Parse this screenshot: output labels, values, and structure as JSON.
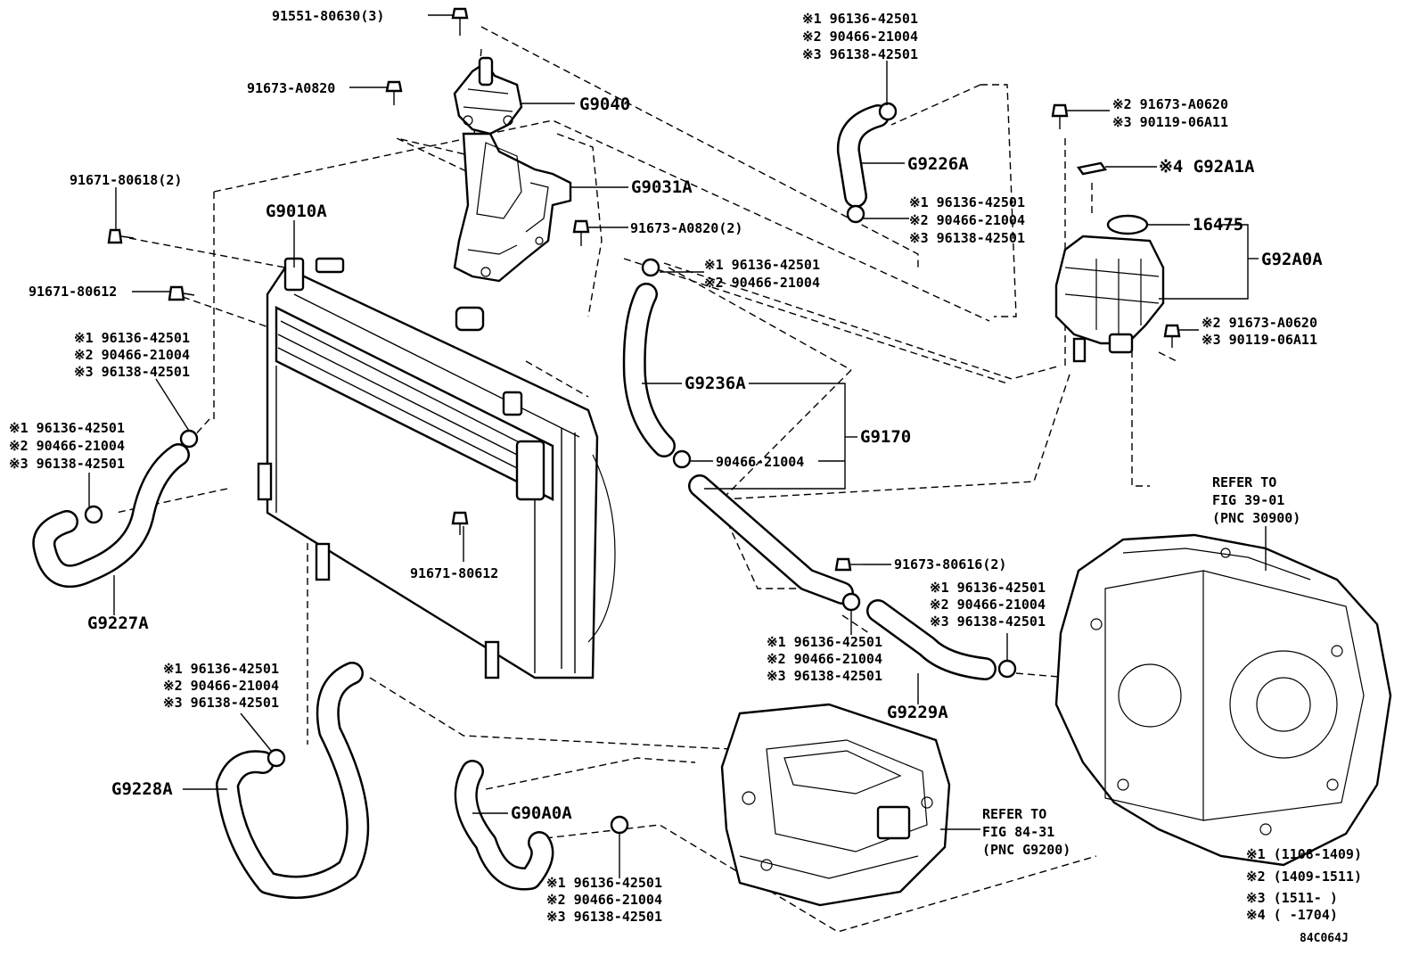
{
  "labels": {
    "p91551": "91551-80630(3)",
    "p91673a": "91673-A0820",
    "g9040": "G9040",
    "g9031a": "G9031A",
    "p91671_618": "91671-80618(2)",
    "g9010a": "G9010A",
    "p91673a_2": "91673-A0820(2)",
    "p91671_612a": "91671-80612",
    "p91671_612b": "91671-80612",
    "g9236a": "G9236A",
    "g9170": "G9170",
    "p90466_single": "90466-21004",
    "g9226a": "G9226A",
    "p16475": "16475",
    "g92a0a": "G92A0A",
    "g92a1a": "※4 G92A1A",
    "g9227a": "G9227A",
    "g9228a": "G9228A",
    "g90a0a": "G90A0A",
    "g9229a": "G9229A",
    "p91673_80616": "91673-80616(2)",
    "fig_code": "84C064J"
  },
  "clamp_groups": {
    "top_right": [
      "※1 96136-42501",
      "※2 90466-21004",
      "※3 96138-42501"
    ],
    "g9226_low": [
      "※1 96136-42501",
      "※2 90466-21004",
      "※3 96138-42501"
    ],
    "g9236_top": [
      "※1 96136-42501",
      "※2 90466-21004"
    ],
    "left_upper": [
      "※1 96136-42501",
      "※2 90466-21004",
      "※3 96138-42501"
    ],
    "left_lower": [
      "※1 96136-42501",
      "※2 90466-21004",
      "※3 96138-42501"
    ],
    "g9228": [
      "※1 96136-42501",
      "※2 90466-21004",
      "※3 96138-42501"
    ],
    "g90a0": [
      "※1 96136-42501",
      "※2 90466-21004",
      "※3 96138-42501"
    ],
    "center_low": [
      "※1 96136-42501",
      "※2 90466-21004",
      "※3 96138-42501"
    ],
    "g9229": [
      "※1 96136-42501",
      "※2 90466-21004",
      "※3 96138-42501"
    ]
  },
  "bolt_groups": {
    "tank_top": [
      "※2 91673-A0620",
      "※3 90119-06A11"
    ],
    "tank_side": [
      "※2 91673-A0620",
      "※3 90119-06A11"
    ]
  },
  "refer": {
    "trans": [
      "REFER TO",
      "FIG 39-01",
      "(PNC 30900)"
    ],
    "inverter": [
      "REFER TO",
      "FIG 84-31",
      "(PNC G9200)"
    ]
  },
  "legend": [
    "※1 (1108-1409)",
    "※2 (1409-1511)",
    "※3 (1511-      )",
    "※4 (      -1704)"
  ],
  "colors": {
    "line": "#000000",
    "background": "#ffffff"
  },
  "icons": [
    "bolt-icon",
    "hose-clamp-icon",
    "radiator-icon",
    "reservoir-tank-icon",
    "water-pump-icon",
    "inverter-icon",
    "transaxle-icon"
  ]
}
